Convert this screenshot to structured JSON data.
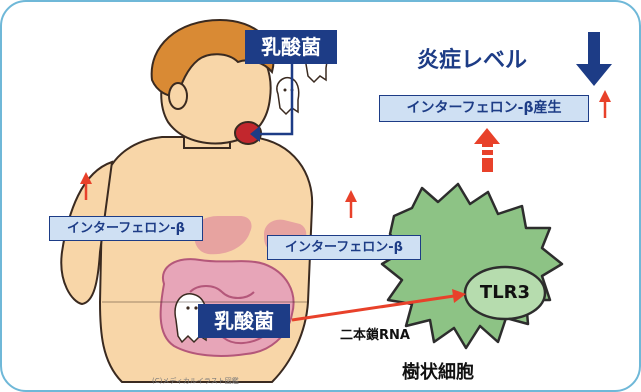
{
  "labels": {
    "lactic_top": "乳酸菌",
    "inflammation": "炎症レベル",
    "ifn_production": "インターフェロン-β産生",
    "ifn_left": "インターフェロン-β",
    "ifn_center": "インターフェロン-β",
    "tlr3": "TLR3",
    "lactic_gut": "乳酸菌",
    "dsrna": "二本鎖RNA",
    "dendritic": "樹状細胞",
    "credit": "(C)メディカルイラスト図鑑"
  },
  "colors": {
    "border": "#6fb8d8",
    "navy": "#1d3c86",
    "label_fill": "#cfe0f3",
    "arrow_red": "#e8412a",
    "cell_green": "#8dc385",
    "cell_outline": "#2d2d2d",
    "skin": "#f8d6a8",
    "hair": "#d98a34",
    "organ_pink": "#e7a3a0",
    "intestine": "#e7a5b8",
    "tlr3_green": "#b6dcae"
  },
  "icons": {
    "down_arrow": "down-arrow-icon",
    "up_arrow": "up-arrow-icon"
  }
}
